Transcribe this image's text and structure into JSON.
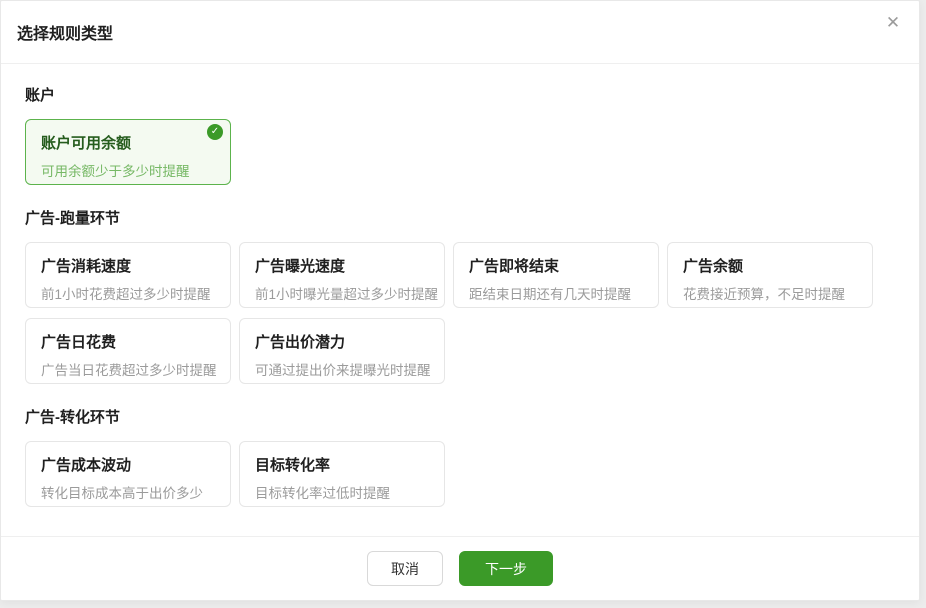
{
  "modal": {
    "title": "选择规则类型"
  },
  "icons": {
    "close": "✕",
    "check": "✓"
  },
  "sections": [
    {
      "label": "账户",
      "cards": [
        {
          "title": "账户可用余额",
          "subtitle": "可用余额少于多少时提醒",
          "selected": true
        }
      ]
    },
    {
      "label": "广告-跑量环节",
      "cards": [
        {
          "title": "广告消耗速度",
          "subtitle": "前1小时花费超过多少时提醒",
          "selected": false
        },
        {
          "title": "广告曝光速度",
          "subtitle": "前1小时曝光量超过多少时提醒",
          "selected": false
        },
        {
          "title": "广告即将结束",
          "subtitle": "距结束日期还有几天时提醒",
          "selected": false
        },
        {
          "title": "广告余额",
          "subtitle": "花费接近预算，不足时提醒",
          "selected": false
        },
        {
          "title": "广告日花费",
          "subtitle": "广告当日花费超过多少时提醒",
          "selected": false
        },
        {
          "title": "广告出价潜力",
          "subtitle": "可通过提出价来提曝光时提醒",
          "selected": false
        }
      ]
    },
    {
      "label": "广告-转化环节",
      "cards": [
        {
          "title": "广告成本波动",
          "subtitle": "转化目标成本高于出价多少",
          "selected": false
        },
        {
          "title": "目标转化率",
          "subtitle": "目标转化率过低时提醒",
          "selected": false
        }
      ]
    }
  ],
  "footer": {
    "cancel_label": "取消",
    "next_label": "下一步"
  },
  "colors": {
    "accent_green": "#3b9a28",
    "selected_border": "#5cb34c",
    "selected_bg": "#f4faf1",
    "selected_title": "#255c1d",
    "selected_subtitle": "#76b865",
    "card_border": "#e6e6e6",
    "text": "#1f1f1f",
    "subtitle": "#9b9b9b"
  }
}
